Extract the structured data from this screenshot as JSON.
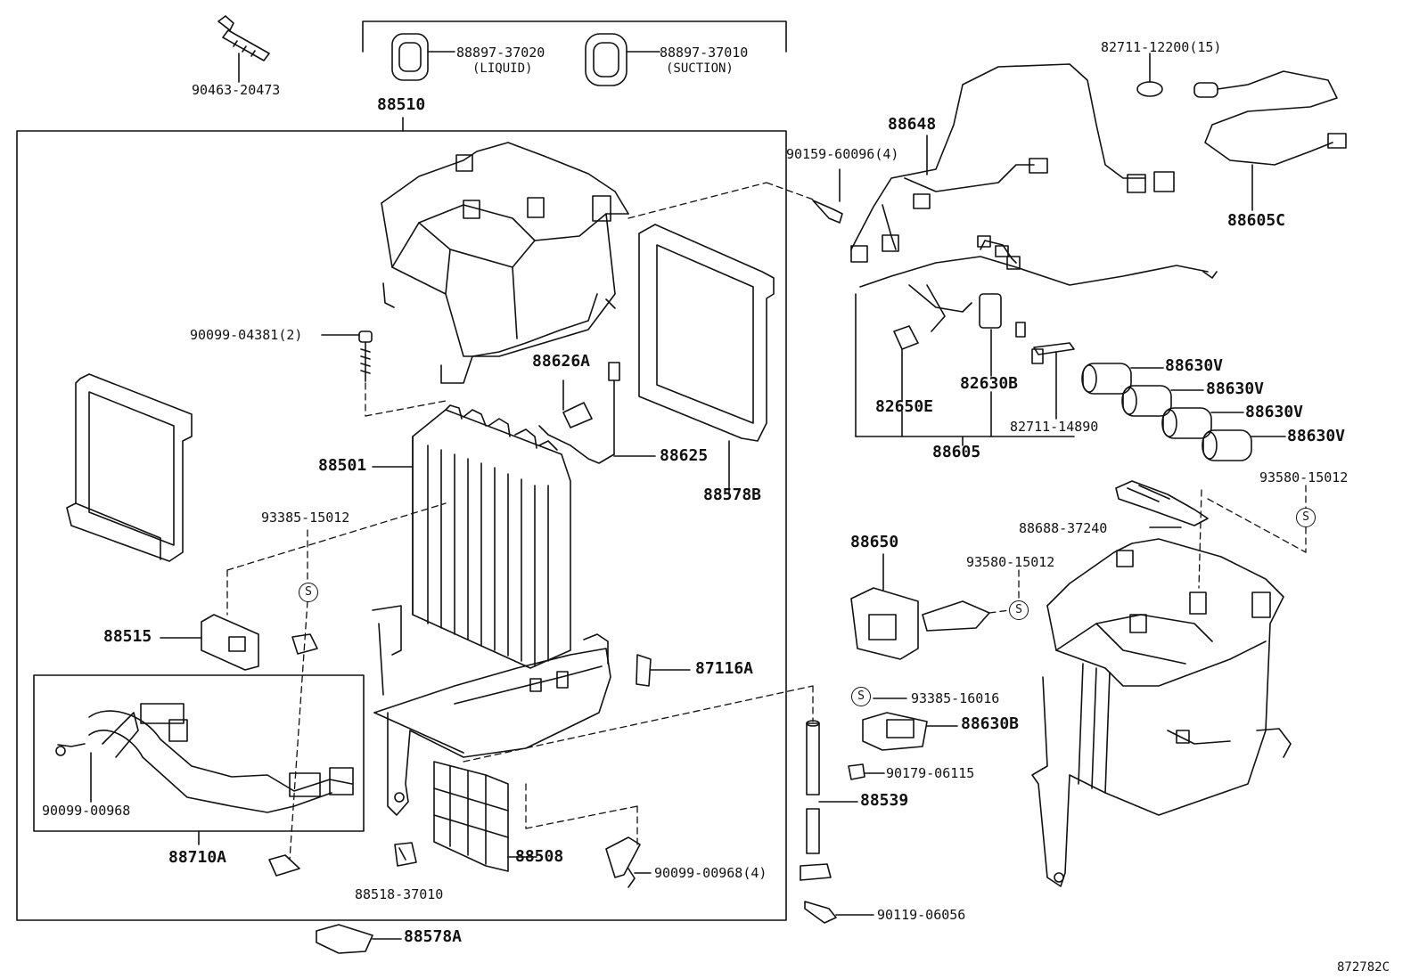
{
  "diagram": {
    "code": "872782C",
    "labels": {
      "p90463": "90463-20473",
      "p88897_37020": "88897-37020",
      "liquid": "(LIQUID)",
      "p88897_37010": "88897-37010",
      "suction": "(SUCTION)",
      "p82711_12200": "82711-12200(15)",
      "p88510": "88510",
      "p88648": "88648",
      "p90159": "90159-60096(4)",
      "p88605C": "88605C",
      "p90099_04381": "90099-04381(2)",
      "p88626A": "88626A",
      "p88630V_1": "88630V",
      "p88630V_2": "88630V",
      "p88630V_3": "88630V",
      "p88630V_4": "88630V",
      "p82630B": "82630B",
      "p82650E": "82650E",
      "p82711_14890": "82711-14890",
      "p88605": "88605",
      "p88501": "88501",
      "p88625": "88625",
      "p88578B": "88578B",
      "p93385_15012": "93385-15012",
      "p93580_15012_a": "93580-15012",
      "p88688": "88688-37240",
      "p88650": "88650",
      "p93580_15012_b": "93580-15012",
      "p88515": "88515",
      "p87116A": "87116A",
      "p93385_16016": "93385-16016",
      "p88630B": "88630B",
      "p90179": "90179-06115",
      "p90099_00968": "90099-00968",
      "p88539": "88539",
      "p88710A": "88710A",
      "p88508": "88508",
      "p90099_00968_4": "90099-00968(4)",
      "p88518": "88518-37010",
      "p90119": "90119-06056",
      "p88578A": "88578A",
      "s_mark": "S"
    }
  }
}
